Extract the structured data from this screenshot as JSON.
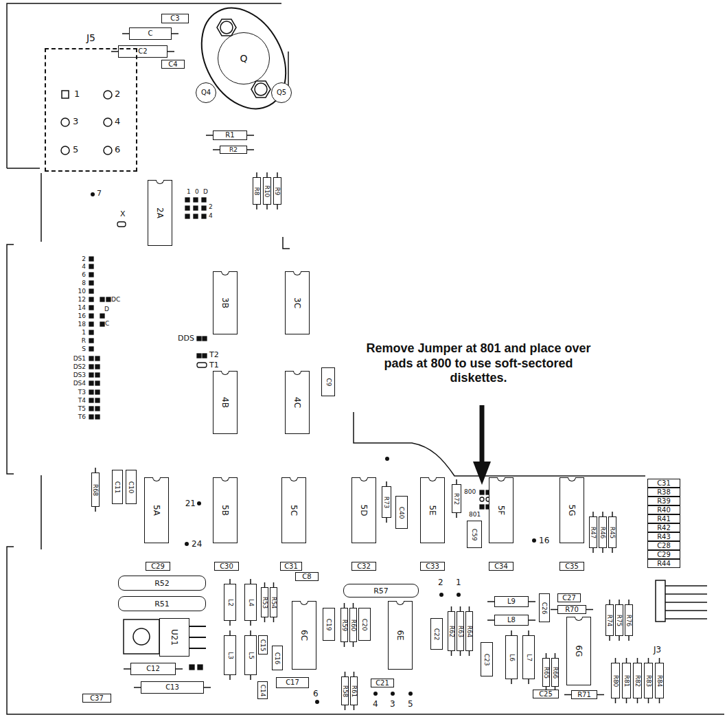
{
  "diagram": {
    "nodes": [
      {
        "text": [
          "C3"
        ]
      },
      {
        "text": [
          "C"
        ]
      },
      {
        "text": [
          "C2"
        ]
      },
      {
        "text": [
          "C4"
        ]
      },
      {
        "text": [
          "Q"
        ]
      },
      {
        "text": [
          "J5"
        ]
      },
      {
        "text": [
          "Q4"
        ]
      },
      {
        "text": [
          "Q5"
        ]
      },
      {
        "text": [
          "R1"
        ]
      },
      {
        "text": [
          "R2"
        ]
      },
      {
        "text": [
          "R8"
        ]
      },
      {
        "text": [
          "R10"
        ]
      },
      {
        "text": [
          "R9"
        ]
      },
      {
        "text": [
          "2A"
        ]
      },
      {
        "text": [
          "3B"
        ]
      },
      {
        "text": [
          "3C"
        ]
      },
      {
        "text": [
          "4B"
        ]
      },
      {
        "text": [
          "4C"
        ]
      },
      {
        "text": [
          "C9"
        ]
      },
      {
        "text": [
          "R68"
        ]
      },
      {
        "text": [
          "C11"
        ]
      },
      {
        "text": [
          "C10"
        ]
      },
      {
        "text": [
          "5A"
        ]
      },
      {
        "text": [
          "5B"
        ]
      },
      {
        "text": [
          "5C"
        ]
      },
      {
        "text": [
          "5D"
        ]
      },
      {
        "text": [
          "R73"
        ]
      },
      {
        "text": [
          "C40"
        ]
      },
      {
        "text": [
          "5E"
        ]
      },
      {
        "text": [
          "R72"
        ]
      },
      {
        "text": [
          "C59"
        ]
      },
      {
        "text": [
          "5F"
        ]
      },
      {
        "text": [
          "5G"
        ]
      },
      {
        "text": [
          "C31"
        ]
      },
      {
        "text": [
          "R38"
        ]
      },
      {
        "text": [
          "R39"
        ]
      },
      {
        "text": [
          "R40"
        ]
      },
      {
        "text": [
          "R41"
        ]
      },
      {
        "text": [
          "R42"
        ]
      },
      {
        "text": [
          "R43"
        ]
      },
      {
        "text": [
          "C28"
        ]
      },
      {
        "text": [
          "C29"
        ]
      },
      {
        "text": [
          "R44"
        ]
      },
      {
        "text": [
          "R47"
        ]
      },
      {
        "text": [
          "R46"
        ]
      },
      {
        "text": [
          "R45"
        ]
      },
      {
        "text": [
          "C29"
        ]
      },
      {
        "text": [
          "C30"
        ]
      },
      {
        "text": [
          "C31"
        ]
      },
      {
        "text": [
          "C8"
        ]
      },
      {
        "text": [
          "C32"
        ]
      },
      {
        "text": [
          "C33"
        ]
      },
      {
        "text": [
          "C34"
        ]
      },
      {
        "text": [
          "C35"
        ]
      },
      {
        "text": [
          "R52"
        ]
      },
      {
        "text": [
          "R51"
        ]
      },
      {
        "text": [
          "R57"
        ]
      },
      {
        "text": [
          "L2"
        ]
      },
      {
        "text": [
          "L4"
        ]
      },
      {
        "text": [
          "R53"
        ]
      },
      {
        "text": [
          "R54"
        ]
      },
      {
        "text": [
          "6C"
        ]
      },
      {
        "text": [
          "C19"
        ]
      },
      {
        "text": [
          "R59"
        ]
      },
      {
        "text": [
          "R60"
        ]
      },
      {
        "text": [
          "C20"
        ]
      },
      {
        "text": [
          "6E"
        ]
      },
      {
        "text": [
          "C27"
        ]
      },
      {
        "text": [
          "L9"
        ]
      },
      {
        "text": [
          "C26"
        ]
      },
      {
        "text": [
          "R70"
        ]
      },
      {
        "text": [
          "L8"
        ]
      },
      {
        "text": [
          "U21"
        ]
      },
      {
        "text": [
          "L3"
        ]
      },
      {
        "text": [
          "L5"
        ]
      },
      {
        "text": [
          "C15"
        ]
      },
      {
        "text": [
          "C16"
        ]
      },
      {
        "text": [
          "C22"
        ]
      },
      {
        "text": [
          "R62"
        ]
      },
      {
        "text": [
          "R63"
        ]
      },
      {
        "text": [
          "R64"
        ]
      },
      {
        "text": [
          "C23"
        ]
      },
      {
        "text": [
          "L6"
        ]
      },
      {
        "text": [
          "L7"
        ]
      },
      {
        "text": [
          "6G"
        ]
      },
      {
        "text": [
          "R65"
        ]
      },
      {
        "text": [
          "R66"
        ]
      },
      {
        "text": [
          "C12"
        ]
      },
      {
        "text": [
          "C14"
        ]
      },
      {
        "text": [
          "C17"
        ]
      },
      {
        "text": [
          "C21"
        ]
      },
      {
        "text": [
          "R58"
        ]
      },
      {
        "text": [
          "R61"
        ]
      },
      {
        "text": [
          "C13"
        ]
      },
      {
        "text": [
          "C25"
        ]
      },
      {
        "text": [
          "R71"
        ]
      },
      {
        "text": [
          "C37"
        ]
      },
      {
        "text": [
          "R74"
        ]
      },
      {
        "text": [
          "R75"
        ]
      },
      {
        "text": [
          "R76"
        ]
      },
      {
        "text": [
          "R80"
        ]
      },
      {
        "text": [
          "R81"
        ]
      },
      {
        "text": [
          "R82"
        ]
      },
      {
        "text": [
          "R83"
        ]
      },
      {
        "text": [
          "R84"
        ]
      }
    ],
    "labels": [
      "1",
      "2",
      "3",
      "4",
      "5",
      "6",
      "7",
      "X",
      "1",
      "0",
      "D",
      "2",
      "4",
      "2",
      "4",
      "6",
      "8",
      "10",
      "12",
      "14",
      "16",
      "18",
      "1",
      "R",
      "S",
      "DS1",
      "DS2",
      "DS3",
      "DS4",
      "T3",
      "T4",
      "T5",
      "T6",
      "DC",
      "D",
      "C",
      "DDS",
      "T2",
      "T1",
      "Remove Jumper at 801 and place over pads at 800 to use soft-sectored diskettes.",
      "800",
      "801",
      "21",
      "24",
      "16",
      "2",
      "1",
      "6",
      "4",
      "3",
      "5",
      "J3"
    ]
  }
}
